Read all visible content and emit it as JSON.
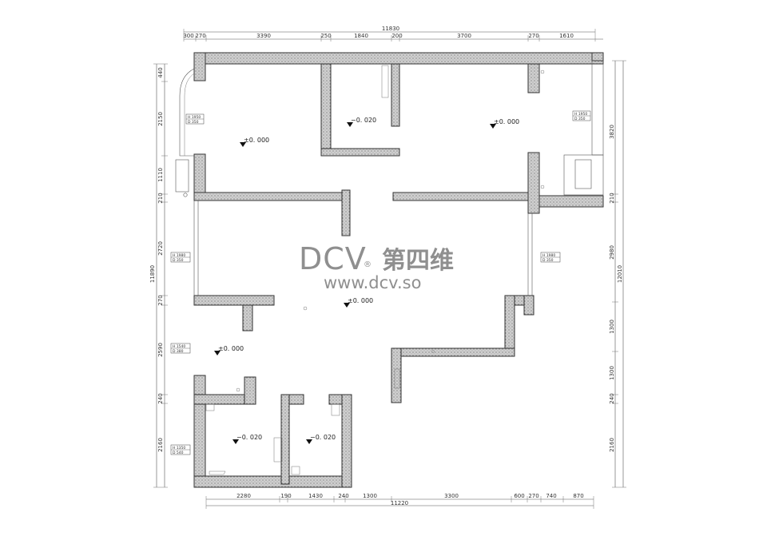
{
  "top_dims": {
    "total": "11830",
    "segments": [
      "300",
      "270",
      "3390",
      "250",
      "1840",
      "200",
      "3700",
      "270",
      "1610"
    ]
  },
  "bottom_dims": {
    "total": "11220",
    "segments": [
      "2280",
      "190",
      "1430",
      "240",
      "1300",
      "3300",
      "600",
      "270",
      "740",
      "870"
    ]
  },
  "left_dims": {
    "total": "11890",
    "segments": [
      "440",
      "2150",
      "1110",
      "210",
      "2720",
      "270",
      "2590",
      "240",
      "2160"
    ]
  },
  "right_dims": {
    "total": "12010",
    "segments": [
      "3820",
      "210",
      "2980",
      "1300",
      "1300",
      "240",
      "2160"
    ]
  },
  "levels": [
    "±0. 000",
    "−0. 020",
    "±0. 000",
    "±0. 000",
    "±0. 000",
    "−0. 020",
    "−0. 020"
  ],
  "window_tags": [
    {
      "h": "H  1950",
      "d": "D  350"
    },
    {
      "h": "H  1950",
      "d": "D  350"
    },
    {
      "h": "H  1980",
      "d": "D  350"
    },
    {
      "h": "H  1980",
      "d": "D  350"
    },
    {
      "h": "H  1540",
      "d": "D  380"
    },
    {
      "h": "H  1350",
      "d": "D  540"
    }
  ],
  "watermark": {
    "brand": "DCV",
    "registered": "®",
    "cn": "第四维",
    "url": "www.dcv.so"
  }
}
